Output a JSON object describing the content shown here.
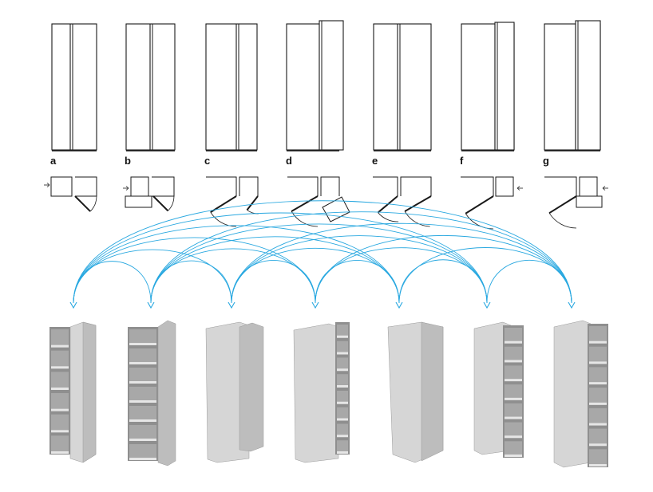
{
  "figure": {
    "variants": [
      {
        "label": "a"
      },
      {
        "label": "b"
      },
      {
        "label": "c"
      },
      {
        "label": "d"
      },
      {
        "label": "e"
      },
      {
        "label": "f"
      },
      {
        "label": "g"
      }
    ],
    "colors": {
      "line": "#1a1a1a",
      "arc": "#29a8e0",
      "render_front": "#d6d6d6",
      "render_side": "#bdbdbd",
      "render_top": "#ececec",
      "shelf_dark": "#8f8f8f"
    }
  }
}
